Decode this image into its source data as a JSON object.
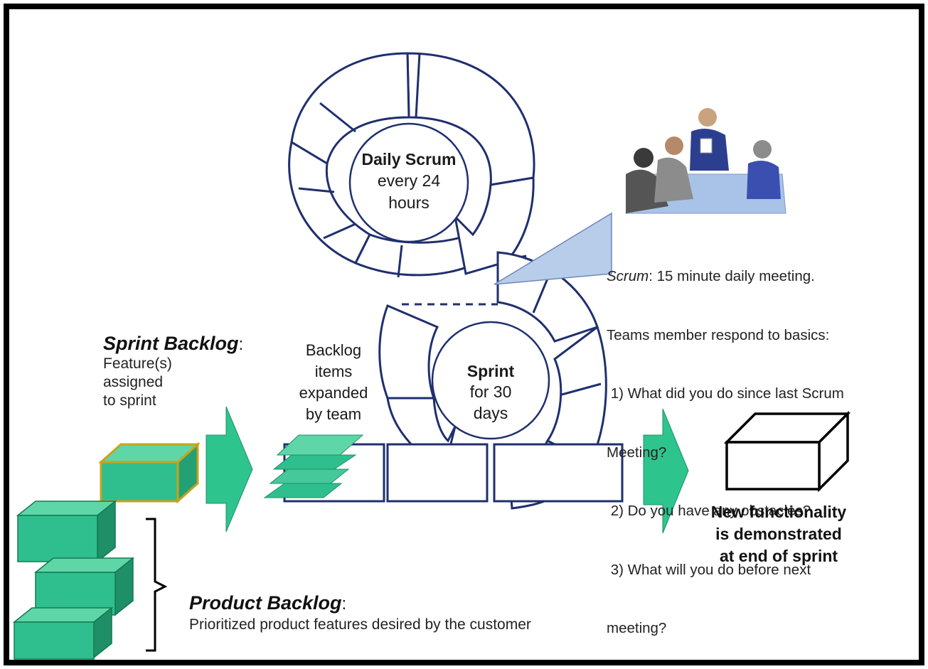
{
  "daily_scrum": {
    "title": "Daily Scrum",
    "line1": "every 24",
    "line2": "hours"
  },
  "sprint": {
    "title": "Sprint",
    "line1": "for 30",
    "line2": "days"
  },
  "sprint_backlog": {
    "title": "Sprint Backlog",
    "colon": ":",
    "lines": [
      "Feature(s)",
      "assigned",
      "to sprint"
    ]
  },
  "backlog_items": {
    "lines": [
      "Backlog",
      "items",
      "expanded",
      "by team"
    ]
  },
  "product_backlog": {
    "title": "Product Backlog",
    "colon": ":",
    "desc": "Prioritized product features desired by the customer"
  },
  "scrum_note": {
    "term": "Scrum",
    "line1_rest": ": 15 minute daily meeting.",
    "lines": [
      "Teams member respond to basics:",
      " 1) What did you do since last Scrum",
      "Meeting?",
      " 2) Do you have any obstacles?",
      " 3) What will you do before next",
      "meeting?"
    ]
  },
  "result": {
    "lines": [
      "New functionality",
      "is demonstrated",
      "at end of sprint"
    ]
  },
  "colors": {
    "ring_stroke": "#1f2f6e",
    "box_fill": "#2fbf8f",
    "box_dark": "#1e8f66",
    "arrow_fill": "#2ec48e",
    "callout_fill": "#b8cdea"
  }
}
